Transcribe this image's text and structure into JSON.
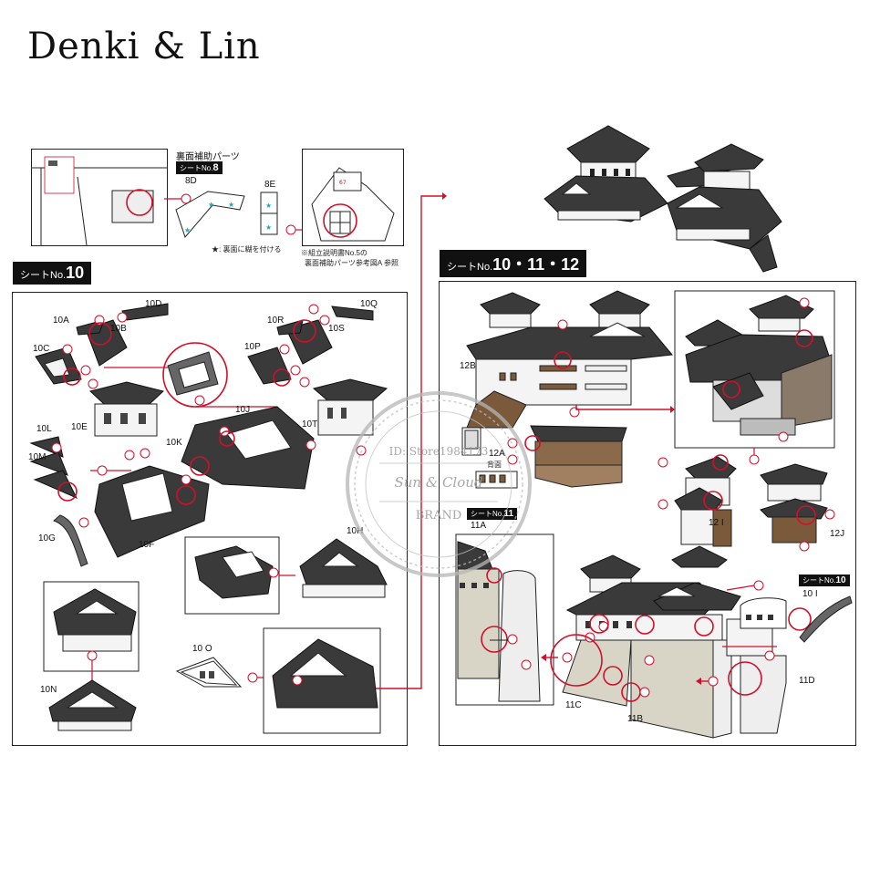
{
  "brand": "Denki & Lin",
  "top_left": {
    "title": "裏面補助パーツ",
    "sheet_prefix": "シートNo.",
    "sheet_num": "8",
    "parts": [
      "8D",
      "8E"
    ],
    "legend": "★: 裏面に糊を付ける",
    "ref_note_1": "※組立説明書No.5の",
    "ref_note_2": "裏面補助パーツ参考図A 参照",
    "callout": "67"
  },
  "sheet10": {
    "prefix": "シートNo.",
    "num": "10",
    "labels": [
      "10D",
      "10A",
      "10B",
      "10C",
      "10Q",
      "10R",
      "10S",
      "10P",
      "10E",
      "10J",
      "10T",
      "10L",
      "10K",
      "10M",
      "10F",
      "10G",
      "10H",
      "10N",
      "10 O"
    ]
  },
  "sheet_multi": {
    "prefix": "シートNo.",
    "num": "10・11・12",
    "labels": [
      "12B",
      "12A",
      "11A",
      "12 I",
      "12J",
      "10 I",
      "11C",
      "11B",
      "11D"
    ],
    "back_label": "背面",
    "sub_sheet_11": "11",
    "sub_sheet_10": "10"
  },
  "watermark": {
    "line1": "ID: Store1984173",
    "line2": "Sun & Cloud",
    "line3": "BRAND"
  },
  "colors": {
    "accent": "#d0102a",
    "roof": "#3a3a3a",
    "brown": "#7a5a3a"
  }
}
